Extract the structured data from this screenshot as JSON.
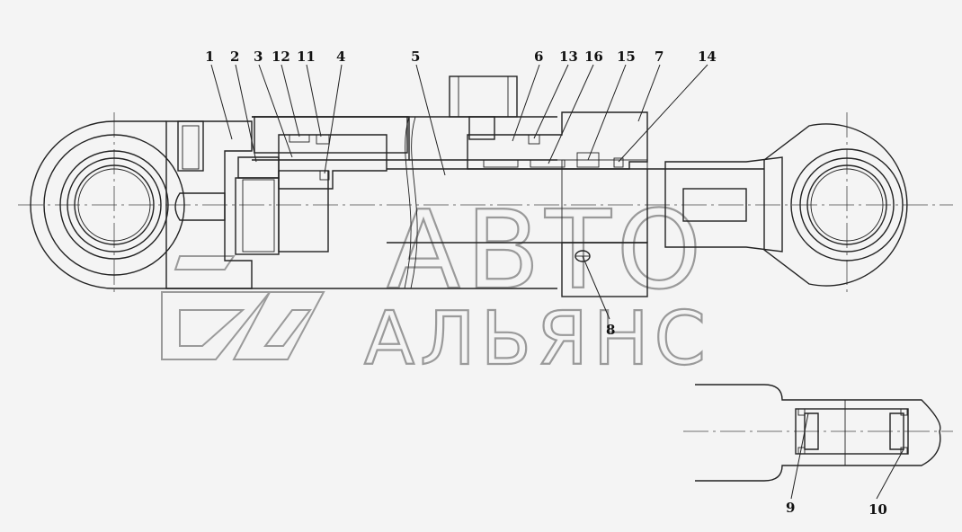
{
  "watermark": {
    "line1": "АВТО",
    "line2": "АЛЬЯНС"
  },
  "callouts": [
    "1",
    "2",
    "3",
    "12",
    "11",
    "4",
    "5",
    "6",
    "13",
    "16",
    "15",
    "7",
    "14",
    "8",
    "9",
    "10"
  ]
}
